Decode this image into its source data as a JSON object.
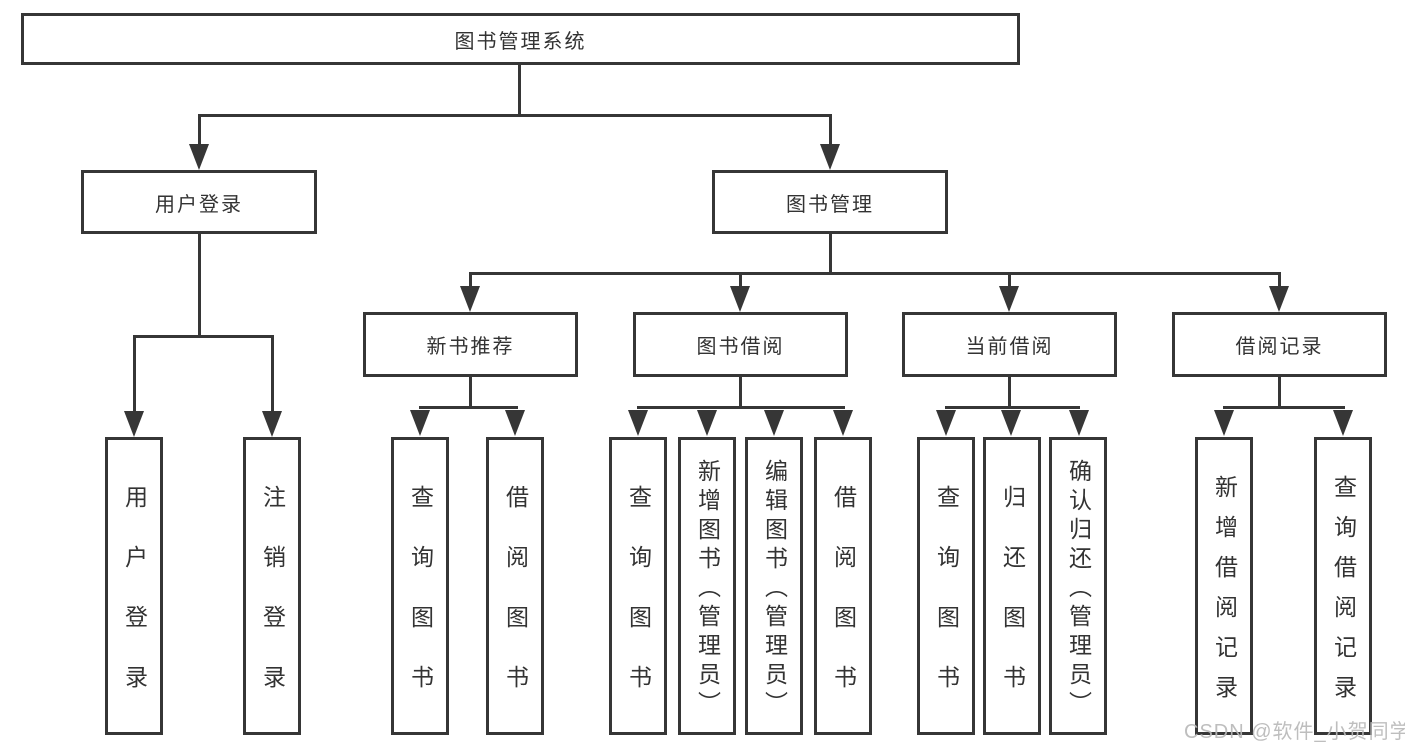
{
  "diagram_title": "图书管理系统",
  "nodes": {
    "root": "图书管理系统",
    "user_login": "用户登录",
    "book_mgmt": "图书管理",
    "new_book_rec": "新书推荐",
    "book_borrow": "图书借阅",
    "current_borrow": "当前借阅",
    "borrow_record": "借阅记录",
    "ul_login": "用户登录",
    "ul_logout": "注销登录",
    "nr_query": "查询图书",
    "nr_borrow": "借阅图书",
    "bb_query": "查询图书",
    "bb_add": "新增图书（管理员）",
    "bb_edit": "编辑图书（管理员）",
    "bb_borrow": "借阅图书",
    "cb_query": "查询图书",
    "cb_return": "归还图书",
    "cb_confirm": "确认归还（管理员）",
    "br_add": "新增借阅记录",
    "br_query": "查询借阅记录"
  },
  "watermark": "CSDN @软件_小贺同学",
  "colors": {
    "line": "#363636",
    "text": "#333333",
    "watermark": "#b9b9b9",
    "background": "#ffffff"
  }
}
